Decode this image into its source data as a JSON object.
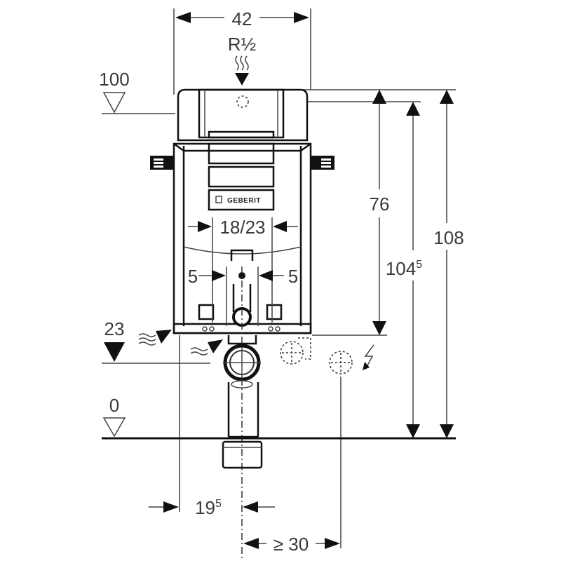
{
  "drawing": {
    "subject": "Concealed cistern installation frame, front view",
    "brand_label": "GEBERIT",
    "units": "cm"
  },
  "dimensions": {
    "width_top": "42",
    "water_connection": "R½",
    "level_top_label": "100",
    "height_76": "76",
    "height_104": "104",
    "height_104_sup": "5",
    "height_108": "108",
    "flush_spacing": "18/23",
    "offset_left": "5",
    "offset_right": "5",
    "level_mid_label": "23",
    "level_floor_label": "0",
    "offset_bottom_left": "19",
    "offset_bottom_left_sup": "5",
    "electrical_min": "≥ 30"
  },
  "symbols": {
    "water_inlet": "water-supply-symbol",
    "electrical": "lightning-bolt-symbol",
    "level_open": "level-marker-open-triangle",
    "level_filled": "level-marker-filled-triangle"
  }
}
